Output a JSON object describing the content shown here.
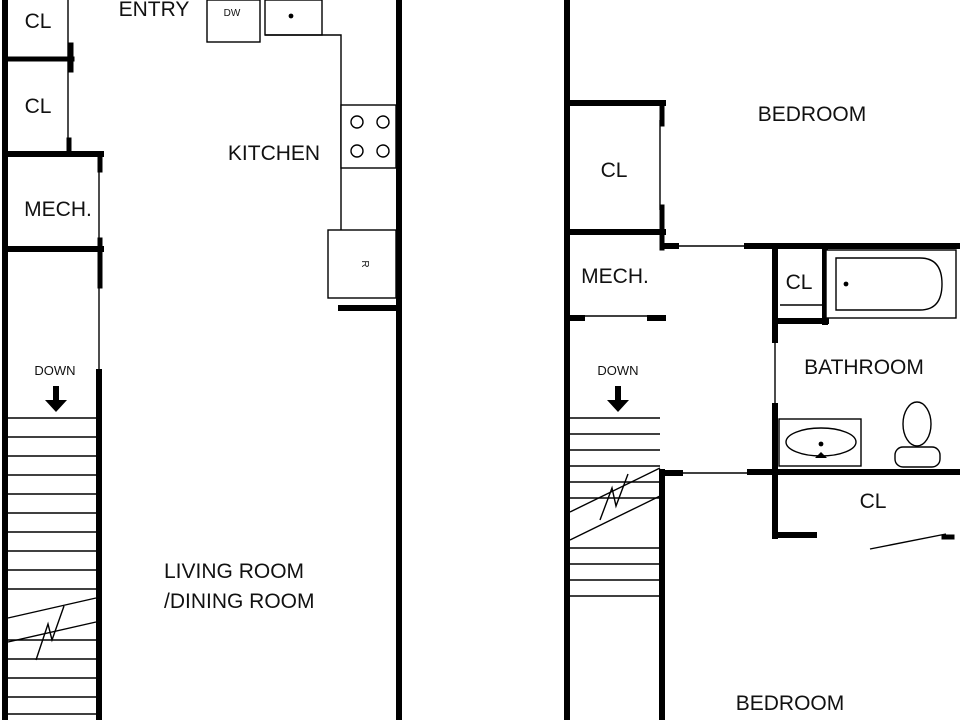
{
  "first_floor": {
    "rooms": {
      "closet_top": "CL",
      "closet_mid": "CL",
      "entry": "ENTRY",
      "kitchen": "KITCHEN",
      "mech": "MECH.",
      "living_line1": "LIVING ROOM",
      "living_line2": "/DINING ROOM"
    },
    "fixtures": {
      "dishwasher": "DW",
      "refrigerator": "R"
    },
    "stair_label": "DOWN"
  },
  "second_floor": {
    "rooms": {
      "bedroom_top": "BEDROOM",
      "closet_left": "CL",
      "mech": "MECH.",
      "closet_bath": "CL",
      "bathroom": "BATHROOM",
      "closet_hall": "CL",
      "bedroom_bottom": "BEDROOM"
    },
    "stair_label": "DOWN"
  }
}
